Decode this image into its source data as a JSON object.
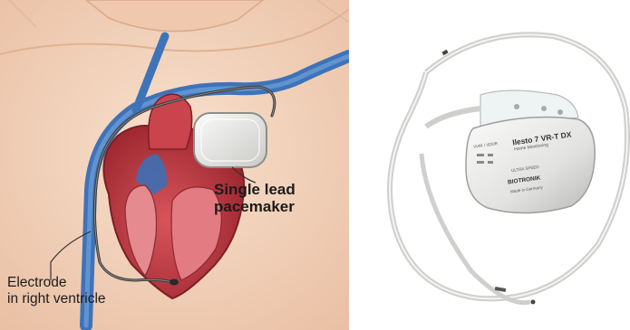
{
  "illustration": {
    "callouts": {
      "pacemaker_line1": "Single lead",
      "pacemaker_line2": "pacemaker",
      "electrode_line1": "Electrode",
      "electrode_line2": "in right ventricle"
    }
  },
  "device_photo": {
    "model_label": "Ilesto 7 VR-T DX",
    "sub_label": "Home Monitoring",
    "code_label": "VVIR / VDDR",
    "brand_label": "BIOTRONIK",
    "small_label": "ULTRA SPEED",
    "made_label": "Made in Germany"
  },
  "colors": {
    "skin": "#f3d4bd",
    "vein_blue": "#4f86c6",
    "heart_red": "#b5363d",
    "pacemaker_gray": "#e6e6e4"
  }
}
